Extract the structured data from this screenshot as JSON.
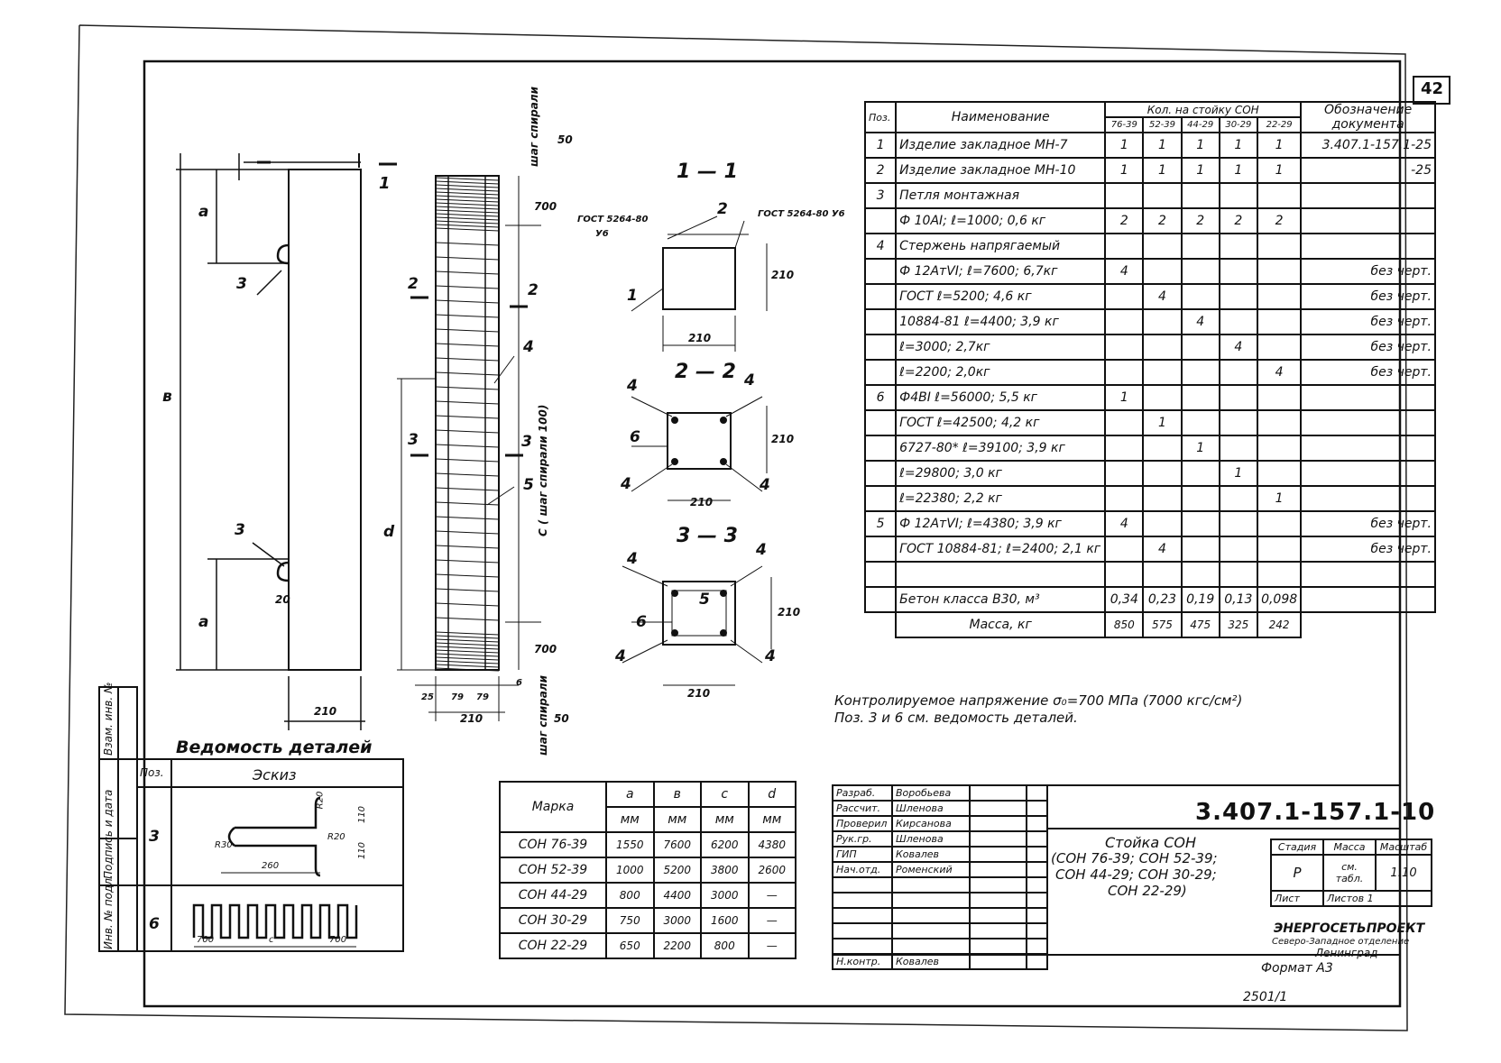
{
  "sheet_number": "42",
  "sections": {
    "s11": "1 — 1",
    "s22": "2 — 2",
    "s33": "3 — 3"
  },
  "labels": {
    "gost_left": "ГОСТ 5264-80",
    "gost_left_sub": "У6",
    "gost_right": "ГОСТ 5264-80 У6",
    "pitch_top": "шаг спирали",
    "pitch_bottom": "шаг спирали",
    "pitch_c": "С ( шаг спирали 100)",
    "dim_50": "50",
    "dim_700": "700",
    "dim_210": "210",
    "dim_20": "20",
    "dim_25": "25",
    "dim_79": "79",
    "dim_6": "6",
    "dim_a": "а",
    "dim_v": "в",
    "dim_d": "d",
    "n1": "1",
    "n2": "2",
    "n3": "3",
    "n4": "4",
    "n5": "5",
    "n6": "6"
  },
  "spec_table": {
    "headers": {
      "pos": "Поз.",
      "name": "Наименование",
      "qty": "Кол. на стойку СОН",
      "doc": "Обозначение документа",
      "cols": [
        "76-39",
        "52-39",
        "44-29",
        "30-29",
        "22-29"
      ]
    },
    "rows": [
      {
        "pos": "1",
        "name": "Изделие закладное МН-7",
        "q": [
          "1",
          "1",
          "1",
          "1",
          "1"
        ],
        "doc": "3.407.1-157.1-25"
      },
      {
        "pos": "2",
        "name": "Изделие закладное МН-10",
        "q": [
          "1",
          "1",
          "1",
          "1",
          "1"
        ],
        "doc": "-25"
      },
      {
        "pos": "3",
        "name": "Петля монтажная",
        "q": [
          "",
          "",
          "",
          "",
          ""
        ],
        "doc": ""
      },
      {
        "pos": "",
        "name": "Ф 10АI; ℓ=1000; 0,6 кг",
        "q": [
          "2",
          "2",
          "2",
          "2",
          "2"
        ],
        "doc": ""
      },
      {
        "pos": "4",
        "name": "Стержень напрягаемый",
        "q": [
          "",
          "",
          "",
          "",
          ""
        ],
        "doc": ""
      },
      {
        "pos": "",
        "name": "Ф 12АтVI; ℓ=7600; 6,7кг",
        "q": [
          "4",
          "",
          "",
          "",
          ""
        ],
        "doc": "без черт."
      },
      {
        "pos": "",
        "name": "ГОСТ ℓ=5200; 4,6 кг",
        "q": [
          "",
          "4",
          "",
          "",
          ""
        ],
        "doc": "без черт."
      },
      {
        "pos": "",
        "name": "10884-81 ℓ=4400; 3,9 кг",
        "q": [
          "",
          "",
          "4",
          "",
          ""
        ],
        "doc": "без черт."
      },
      {
        "pos": "",
        "name": "ℓ=3000; 2,7кг",
        "q": [
          "",
          "",
          "",
          "4",
          ""
        ],
        "doc": "без черт."
      },
      {
        "pos": "",
        "name": "ℓ=2200; 2,0кг",
        "q": [
          "",
          "",
          "",
          "",
          "4"
        ],
        "doc": "без черт."
      },
      {
        "pos": "6",
        "name": "Ф4ВI ℓ=56000; 5,5 кг",
        "q": [
          "1",
          "",
          "",
          "",
          ""
        ],
        "doc": ""
      },
      {
        "pos": "",
        "name": "ГОСТ ℓ=42500; 4,2 кг",
        "q": [
          "",
          "1",
          "",
          "",
          ""
        ],
        "doc": ""
      },
      {
        "pos": "",
        "name": "6727-80* ℓ=39100; 3,9 кг",
        "q": [
          "",
          "",
          "1",
          "",
          ""
        ],
        "doc": ""
      },
      {
        "pos": "",
        "name": "ℓ=29800; 3,0 кг",
        "q": [
          "",
          "",
          "",
          "1",
          ""
        ],
        "doc": ""
      },
      {
        "pos": "",
        "name": "ℓ=22380; 2,2 кг",
        "q": [
          "",
          "",
          "",
          "",
          "1"
        ],
        "doc": ""
      },
      {
        "pos": "5",
        "name": "Ф 12АтVI; ℓ=4380; 3,9 кг",
        "q": [
          "4",
          "",
          "",
          "",
          ""
        ],
        "doc": "без черт."
      },
      {
        "pos": "",
        "name": "ГОСТ 10884-81; ℓ=2400; 2,1 кг",
        "q": [
          "",
          "4",
          "",
          "",
          ""
        ],
        "doc": "без черт."
      },
      {
        "pos": "",
        "name": "",
        "q": [
          "",
          "",
          "",
          "",
          ""
        ],
        "doc": ""
      },
      {
        "pos": "",
        "name": "Бетон класса В30, м³",
        "q": [
          "0,34",
          "0,23",
          "0,19",
          "0,13",
          "0,098"
        ],
        "doc": ""
      }
    ],
    "mass_row": {
      "name": "Масса, кг",
      "q": [
        "850",
        "575",
        "475",
        "325",
        "242"
      ]
    }
  },
  "notes": {
    "line1": "Контролируемое напряжение σ₀=700 МПа (7000 кгс/см²)",
    "line2": "Поз. 3 и 6 см. ведомость деталей."
  },
  "details": {
    "title": "Ведомость деталей",
    "h_pos": "Поз.",
    "h_sketch": "Эскиз",
    "rows": [
      {
        "pos": "3",
        "dims": [
          "R20",
          "R30",
          "R20",
          "110",
          "110",
          "260"
        ]
      },
      {
        "pos": "6",
        "dims": [
          "700",
          "с",
          "700"
        ]
      }
    ]
  },
  "marka_table": {
    "h_marka": "Марка",
    "cols": [
      "а",
      "в",
      "с",
      "d"
    ],
    "unit": "мм",
    "rows": [
      {
        "m": "СОН 76-39",
        "v": [
          "1550",
          "7600",
          "6200",
          "4380"
        ]
      },
      {
        "m": "СОН 52-39",
        "v": [
          "1000",
          "5200",
          "3800",
          "2600"
        ]
      },
      {
        "m": "СОН 44-29",
        "v": [
          "800",
          "4400",
          "3000",
          "—"
        ]
      },
      {
        "m": "СОН 30-29",
        "v": [
          "750",
          "3000",
          "1600",
          "—"
        ]
      },
      {
        "m": "СОН 22-29",
        "v": [
          "650",
          "2200",
          "800",
          "—"
        ]
      }
    ]
  },
  "title_block": {
    "code": "3.407.1-157.1-10",
    "people": [
      {
        "role": "Разраб.",
        "name": "Воробьева"
      },
      {
        "role": "Рассчит.",
        "name": "Шленова"
      },
      {
        "role": "Проверил",
        "name": "Кирсанова"
      },
      {
        "role": "Рук.гр.",
        "name": "Шленова"
      },
      {
        "role": "ГИП",
        "name": "Ковалев"
      },
      {
        "role": "Нач.отд.",
        "name": "Роменский"
      }
    ],
    "nkontr_role": "Н.контр.",
    "nkontr_name": "Ковалев",
    "title_l1": "Стойка СОН",
    "title_l2": "(СОН 76-39; СОН 52-39;",
    "title_l3": "СОН 44-29; СОН 30-29;",
    "title_l4": "СОН 22-29)",
    "stage_h": "Стадия",
    "mass_h": "Масса",
    "scale_h": "Масштаб",
    "stage": "Р",
    "mass": "см. табл.",
    "scale": "1:10",
    "sheet_h": "Лист",
    "sheets_h": "Листов 1",
    "org1": "ЭНЕРГОСЕТЬПРОЕКТ",
    "org2": "Северо-Западное отделение",
    "org3": "Ленинград",
    "format": "Формат А3",
    "archive": "2501/1"
  },
  "side_stamp": [
    "Инв. № подл.",
    "Подпись и дата",
    "Взам. инв. №"
  ]
}
